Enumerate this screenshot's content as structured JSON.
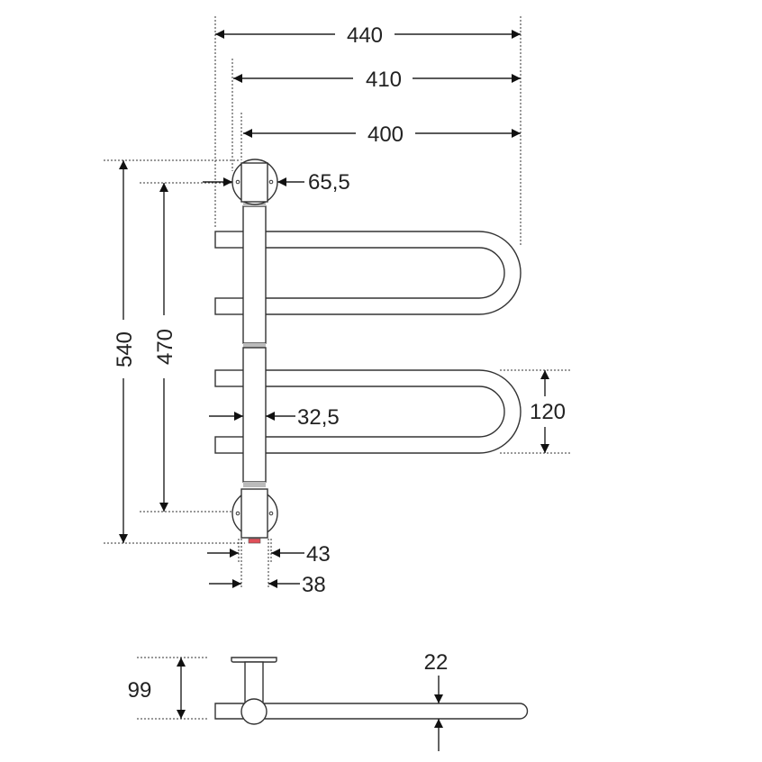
{
  "title": "Towel rail technical drawing",
  "dimensions": {
    "width_overall": "440",
    "width_410": "410",
    "width_400": "400",
    "mount_diameter": "65,5",
    "height_overall": "540",
    "height_470": "470",
    "rail_spacing": "120",
    "tube_offset": "32,5",
    "mount_width_43": "43",
    "tube_width_38": "38",
    "depth": "99",
    "rail_diameter": "22"
  },
  "colors": {
    "line": "#333333",
    "indicator": "#e0505a"
  }
}
